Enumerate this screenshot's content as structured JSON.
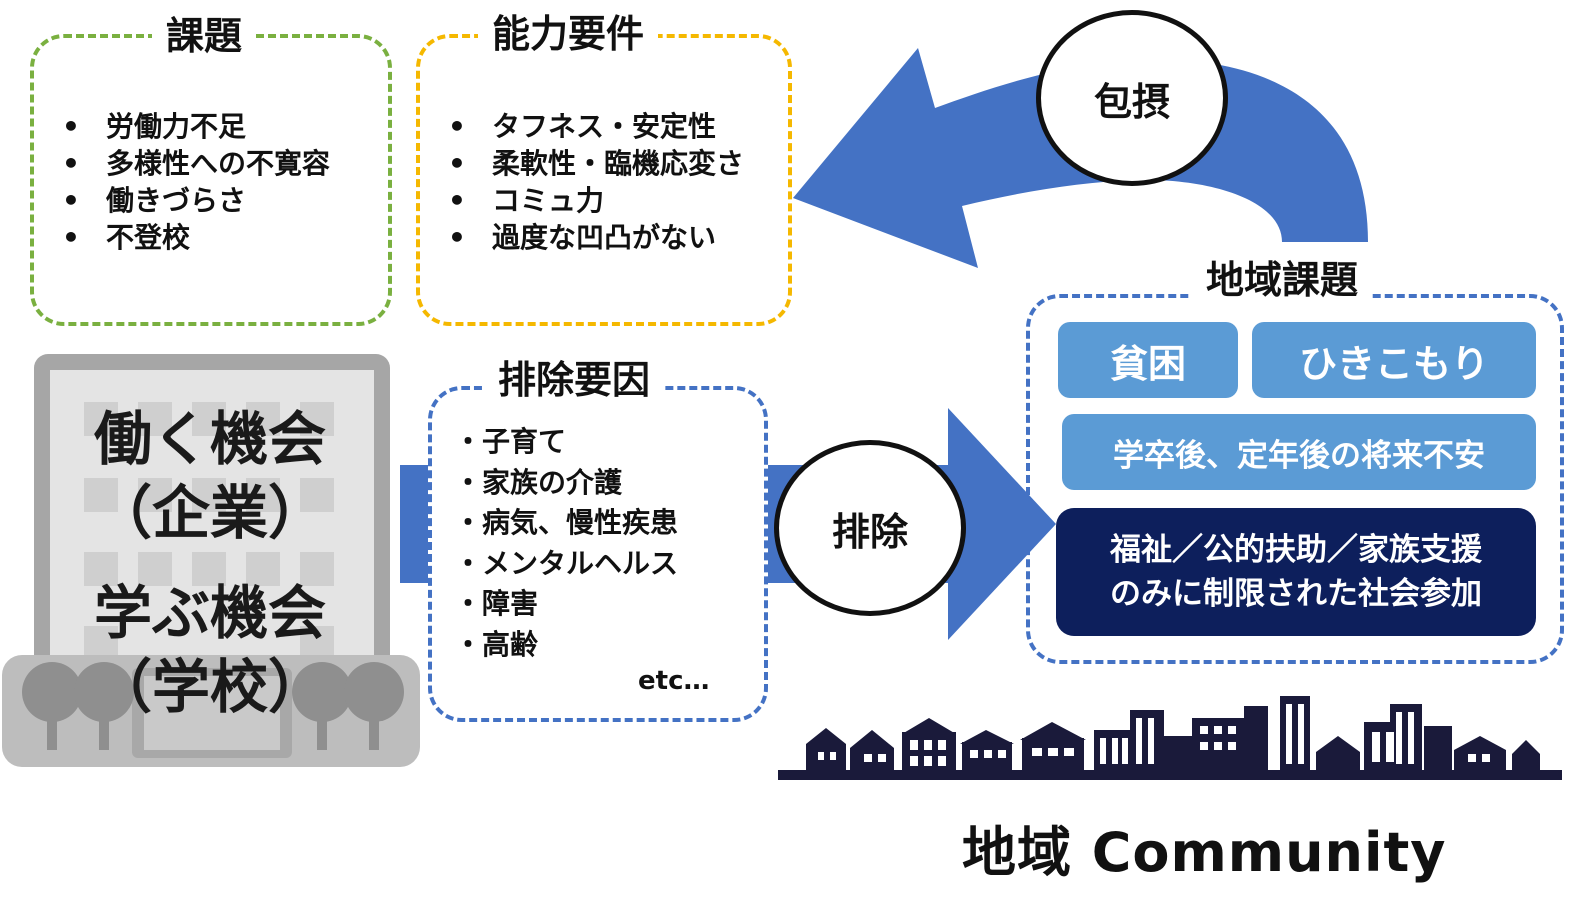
{
  "kadai": {
    "title": "課題",
    "items": [
      "労働力不足",
      "多様性への不寛容",
      "働きづらさ",
      "不登校"
    ]
  },
  "noryoku": {
    "title": "能力要件",
    "items": [
      "タフネス・安定性",
      "柔軟性・臨機応変さ",
      "コミュ力",
      "過度な凹凸がない"
    ]
  },
  "haijo_youin": {
    "title": "排除要因",
    "items": [
      "・子育て",
      "・家族の介護",
      "・病気、慢性疾患",
      "・メンタルヘルス",
      "・障害",
      "・高齢"
    ],
    "etc": "etc…"
  },
  "building": {
    "line1": "働く機会",
    "line2": "（企業）",
    "line3": "学ぶ機会",
    "line4": "（学校）"
  },
  "circles": {
    "hosetsu": "包摂",
    "haijo": "排除"
  },
  "chiiki": {
    "title": "地域課題",
    "hinkon": "貧困",
    "hikikomori": "ひきこもり",
    "future": "学卒後、定年後の将来不安",
    "welfare_line1": "福祉／公的扶助／家族支援",
    "welfare_line2": "のみに制限された社会参加"
  },
  "community_label": "地域 Community",
  "colors": {
    "green": "#7ab040",
    "yellow": "#f5b800",
    "blue_dash": "#4472c4",
    "arrow_blue": "#4472c4",
    "light_blue": "#5b9bd5",
    "navy": "#0d1f5c"
  }
}
